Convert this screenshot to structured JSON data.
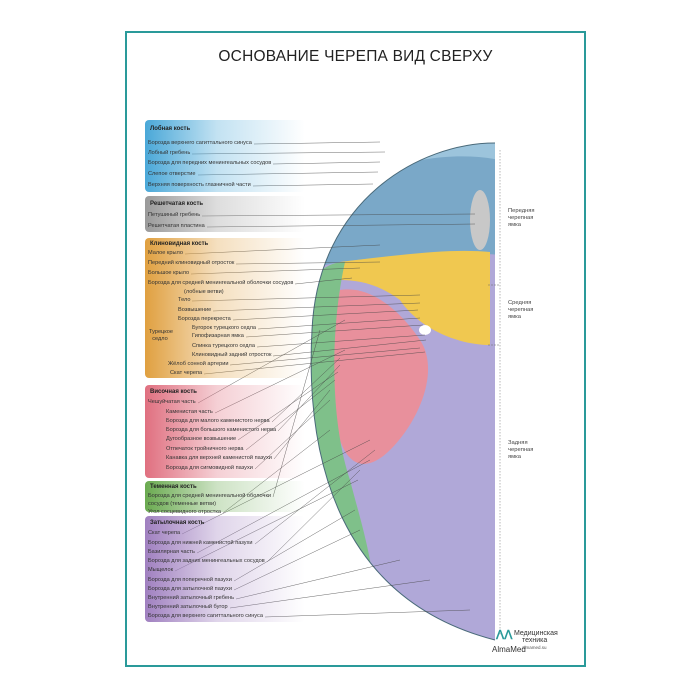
{
  "title": "ОСНОВАНИЕ ЧЕРЕПА ВИД СВЕРХУ",
  "colors": {
    "frame": "#2a9a9a",
    "frontal": "#4aa8d8",
    "ethmoid": "#9a9a9a",
    "sphenoid": "#e0a040",
    "temporal": "#e07080",
    "parietal": "#6aaa50",
    "occipital": "#a080c0"
  },
  "groups": [
    {
      "id": "frontal",
      "header": "Лобная кость",
      "items": [
        "Борозда верхнего сагиттального синуса",
        "Лобный гребень",
        "Борозда для передних менингеальных сосудов",
        "Слепое отверстие",
        "Верхняя поверхность глазничной части"
      ]
    },
    {
      "id": "ethmoid",
      "header": "Решетчатая кость",
      "items": [
        "Петушиный гребень",
        "Решетчатая пластина"
      ]
    },
    {
      "id": "sphenoid",
      "header": "Клиновидная кость",
      "items": [
        "Малое крыло",
        "Передний клиновидный отросток",
        "Большое крыло",
        "Борозда для средней менингеальной оболочки сосудов",
        "(лобные ветви)",
        "Тело",
        "Возвышение",
        "Борозда перекреста",
        "Бугорок турецкого седла",
        "Гипофизарная ямка",
        "Спинка турецкого седла",
        "Клиновидный задний отросток",
        "Жёлоб сонной артерии",
        "Скат черепа"
      ],
      "sella_label": "Турецкое седло"
    },
    {
      "id": "temporal",
      "header": "Височная кость",
      "items": [
        "Чешуйчатая часть",
        "Каменистая часть",
        "Борозда для малого каменистого нерва",
        "Борозда для большого каменистого нерва",
        "Дугообразное возвышение",
        "Отпечаток тройничного нерва",
        "Канавка для верхней каменистой пазухи",
        "Борозда для сигмовидной пазухи"
      ]
    },
    {
      "id": "parietal",
      "header": "Теменная кость",
      "items": [
        "Борозда для средней менингеальной оболочки",
        "сосудов (теменные ветви)",
        "Угол сосцевидного отростка"
      ]
    },
    {
      "id": "occipital",
      "header": "Затылочная кость",
      "items": [
        "Скат черепа",
        "Борозда для нижней каменистой пазухи",
        "Базилярная часть",
        "Борозда для задних менингеальных сосудов",
        "Мыщелок",
        "Борозда для поперечной пазухи",
        "Борозда для затылочной пазухи",
        "Внутренний затылочный гребень",
        "Внутренний затылочный бугор",
        "Борозда для верхнего сагиттального синуса"
      ]
    }
  ],
  "fossae": [
    "Передняя черепная ямка",
    "Средняя черепная ямка",
    "Задняя черепная ямка"
  ],
  "logo": {
    "name": "AlmaMed",
    "line1": "Медицинская",
    "line2": "техника",
    "site": "almamed.su"
  }
}
